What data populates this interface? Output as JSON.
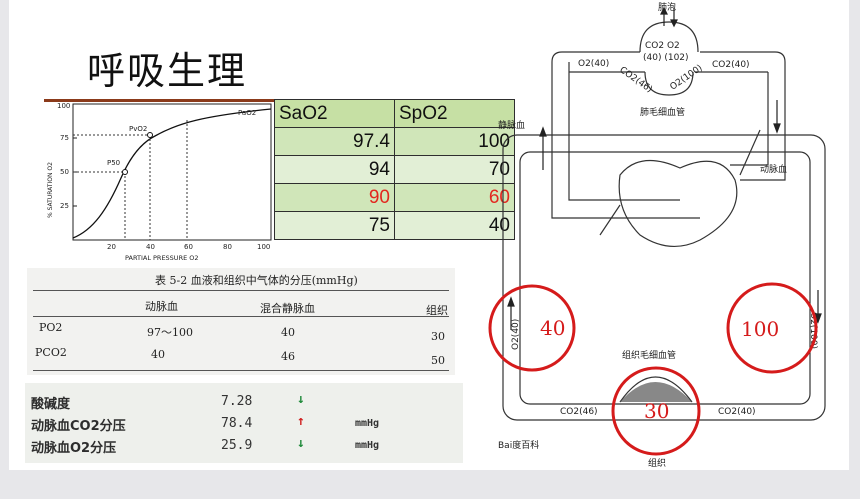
{
  "slide": {
    "title": "呼吸生理"
  },
  "curve": {
    "y_label": "% SATURATION O2",
    "x_label": "PARTIAL PRESSURE O2",
    "y_ticks": [
      "100",
      "75",
      "50",
      "25"
    ],
    "x_ticks": [
      "20",
      "40",
      "60",
      "80",
      "100"
    ],
    "point_labels": {
      "pao2": "PaO2",
      "pvo2": "PvO2",
      "p50": "P50"
    }
  },
  "sat_table": {
    "headers": [
      "SaO2",
      "SpO2"
    ],
    "rows": [
      {
        "sao2": "97.4",
        "spo2": "100",
        "highlight": false
      },
      {
        "sao2": "94",
        "spo2": "70",
        "highlight": false
      },
      {
        "sao2": "90",
        "spo2": "60",
        "highlight": true
      },
      {
        "sao2": "75",
        "spo2": "40",
        "highlight": false
      }
    ]
  },
  "pressure_table": {
    "caption": "表 5-2  血液和组织中气体的分压(mmHg)",
    "col_arterial": "动脉血",
    "col_mixed_venous": "混合静脉血",
    "col_tissue": "组织",
    "row_po2": {
      "label": "PO2",
      "arterial": "97～100",
      "venous": "40",
      "tissue": "30"
    },
    "row_pco2": {
      "label": "PCO2",
      "arterial": "40",
      "venous": "46",
      "tissue": "50"
    }
  },
  "lab_results": [
    {
      "name": "酸碱度",
      "value": "7.28",
      "arrow": "↓",
      "unit": ""
    },
    {
      "name": "动脉血CO2分压",
      "value": "78.4",
      "arrow": "↑",
      "unit": "mmHg"
    },
    {
      "name": "动脉血O2分压",
      "value": "25.9",
      "arrow": "↓",
      "unit": "mmHg"
    }
  ],
  "circulation": {
    "alveolus": "肺泡",
    "alveolus_gas": "CO2  O2",
    "alveolus_values": "(40) (102)",
    "pulmonary_capillary": "肺毛细血管",
    "venous_blood": "静脉血",
    "arterial_blood": "动脉血",
    "tissue_capillary": "组织毛细血管",
    "tissue": "组织",
    "o2_in": "O2(40)",
    "co2_out_top": "CO2(40)",
    "co2_46_top": "CO2(46)",
    "o2_100_top": "O2(100)",
    "left_o2": "O2(40)",
    "right_o2": "O2(100)",
    "bottom_co2_left": "CO2(46)",
    "bottom_co2_right": "CO2(40)",
    "circle_left": "40",
    "circle_right": "100",
    "circle_bottom": "30",
    "watermark": "Bai度百科"
  },
  "colors": {
    "highlight_red": "#e3271f",
    "table_header": "#c6e0a4",
    "circle_red": "#d51b1b"
  }
}
